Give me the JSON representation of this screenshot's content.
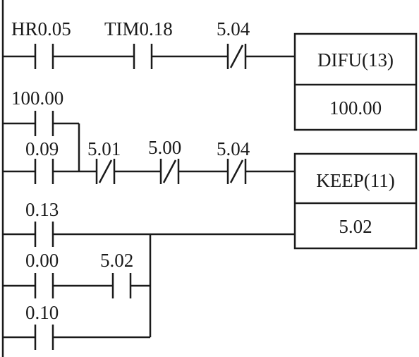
{
  "diagram": {
    "rung1": {
      "contacts": [
        "HR0.05",
        "TIM0.18",
        "5.04"
      ],
      "instruction": "DIFU(13)",
      "operand": "100.00"
    },
    "rung2": {
      "branch_top": "100.00",
      "branch_bottom": "0.09",
      "series_contacts": [
        "5.01",
        "5.00",
        "5.04"
      ],
      "reset_contact": "0.13",
      "instruction": "KEEP(11)",
      "operand": "5.02"
    },
    "rung3": {
      "contacts": [
        "0.00",
        "5.02",
        "0.10"
      ]
    }
  }
}
